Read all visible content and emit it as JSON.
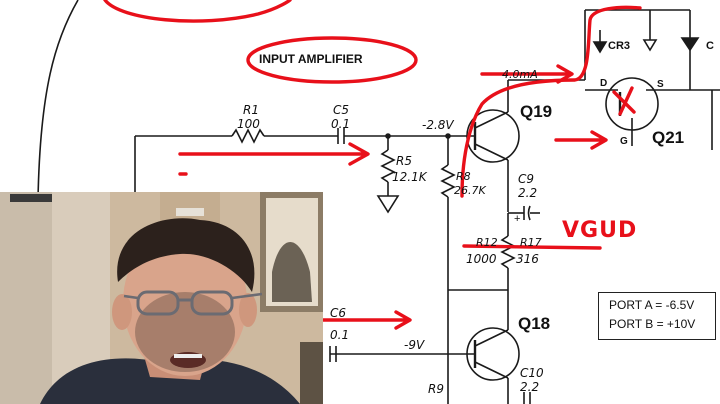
{
  "schematic": {
    "title": "INPUT AMPLIFIER",
    "components": {
      "r1": {
        "ref": "R1",
        "value": "100"
      },
      "c5": {
        "ref": "C5",
        "value": "0.1"
      },
      "r5": {
        "ref": "R5",
        "value": "12.1K"
      },
      "r8": {
        "ref": "R8",
        "value": "26.7K"
      },
      "c9": {
        "ref": "C9",
        "value": "2.2"
      },
      "r12": {
        "ref": "R12",
        "value": "1000"
      },
      "r17": {
        "ref": "R17",
        "value": "316"
      },
      "c6": {
        "ref": "C6",
        "value": "0.1"
      },
      "r9": {
        "ref": "R9"
      },
      "c10": {
        "ref": "C10",
        "value": "2.2"
      },
      "cr3": {
        "ref": "CR3"
      },
      "cr_right": {
        "ref": "C"
      }
    },
    "transistors": {
      "q19": "Q19",
      "q18": "Q18",
      "q21": "Q21"
    },
    "pins": {
      "d": "D",
      "s": "S",
      "g": "G"
    },
    "voltages": {
      "v_top": "-2.8V",
      "v_bottom": "-9V"
    },
    "current_label": "4.0mA",
    "plus_sign": "+",
    "port_note": {
      "port_a": "PORT A = -6.5V",
      "port_b": "PORT B = +10V"
    }
  },
  "annotations": {
    "color": "#e8101a",
    "vgud_text": "VGUD"
  },
  "webcam": {
    "present": true
  }
}
